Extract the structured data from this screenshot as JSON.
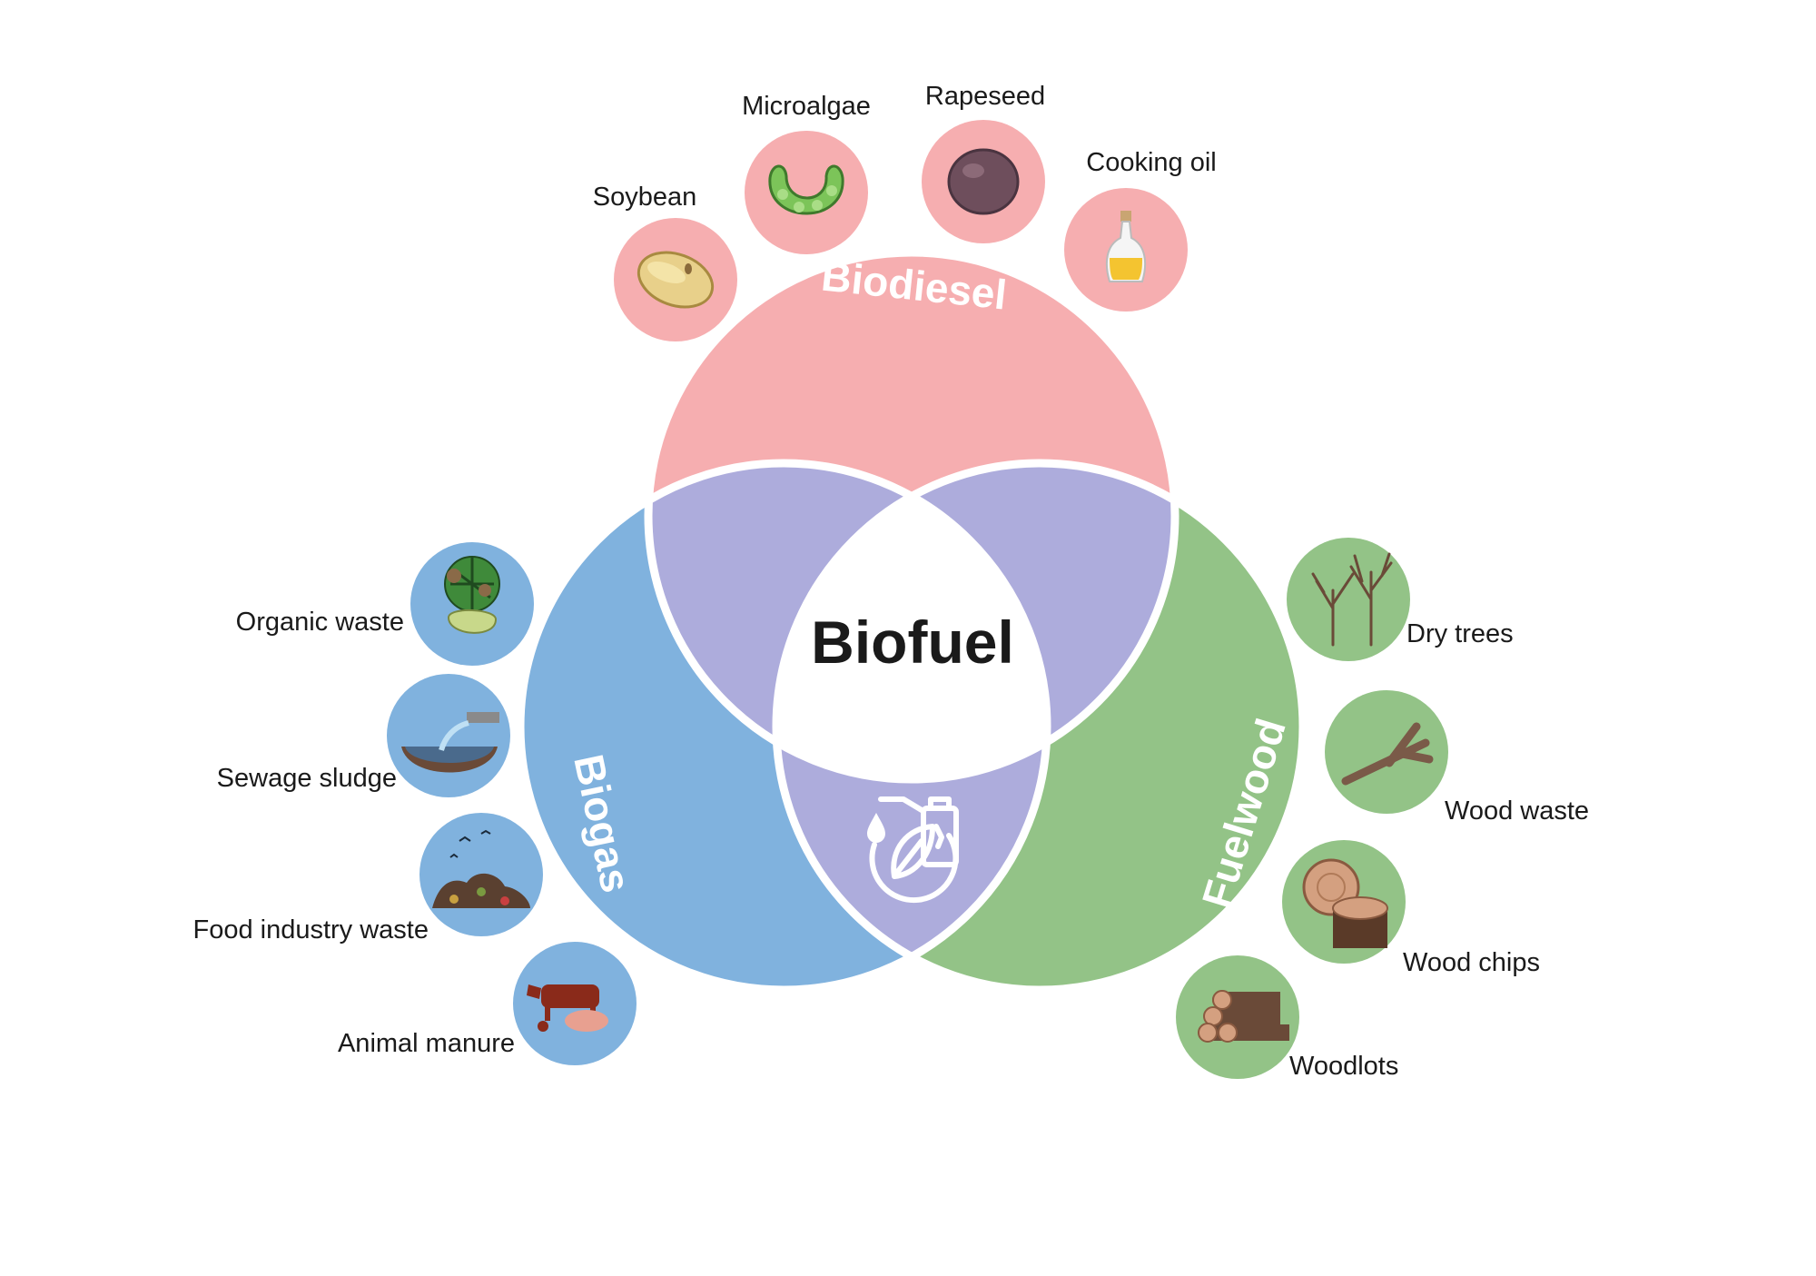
{
  "center": {
    "title": "Biofuel"
  },
  "categories": {
    "biodiesel": {
      "label": "Biodiesel",
      "color": "#f6aeb0"
    },
    "biogas": {
      "label": "Biogas",
      "color": "#80b2de"
    },
    "fuelwood": {
      "label": "Fuelwood",
      "color": "#93c387"
    },
    "overlap": {
      "color": "#adacdc"
    }
  },
  "sources": {
    "biodiesel": [
      {
        "label": "Soybean",
        "icon": "soybean-icon"
      },
      {
        "label": "Microalgae",
        "icon": "microalgae-icon"
      },
      {
        "label": "Rapeseed",
        "icon": "rapeseed-icon"
      },
      {
        "label": "Cooking oil",
        "icon": "cooking-oil-icon"
      }
    ],
    "biogas": [
      {
        "label": "Organic waste",
        "icon": "organic-waste-icon"
      },
      {
        "label": "Sewage sludge",
        "icon": "sewage-sludge-icon"
      },
      {
        "label": "Food industry waste",
        "icon": "food-industry-waste-icon"
      },
      {
        "label": "Animal manure",
        "icon": "animal-manure-icon"
      }
    ],
    "fuelwood": [
      {
        "label": "Dry trees",
        "icon": "dry-trees-icon"
      },
      {
        "label": "Wood waste",
        "icon": "wood-waste-icon"
      },
      {
        "label": "Wood chips",
        "icon": "wood-chips-icon"
      },
      {
        "label": "Woodlots",
        "icon": "woodlots-icon"
      }
    ]
  },
  "bottom_icon": "fuel-pump-leaf-icon"
}
